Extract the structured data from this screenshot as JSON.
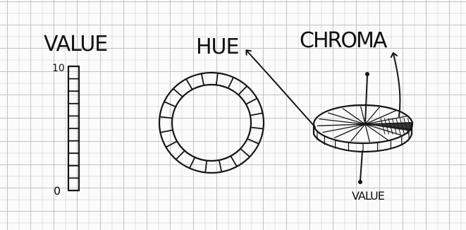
{
  "value_scale": {
    "title": "VALUE",
    "top_label": "10",
    "bottom_label": "0",
    "steps": 10
  },
  "hue_wheel": {
    "title": "HUE",
    "segments": 20
  },
  "chroma_disc": {
    "title": "CHROMA",
    "axis_label": "VALUE",
    "spokes": 16
  },
  "colors": {
    "ink": "#141414",
    "paper": "#fbfbfb",
    "grid": "#c9c9c9"
  }
}
